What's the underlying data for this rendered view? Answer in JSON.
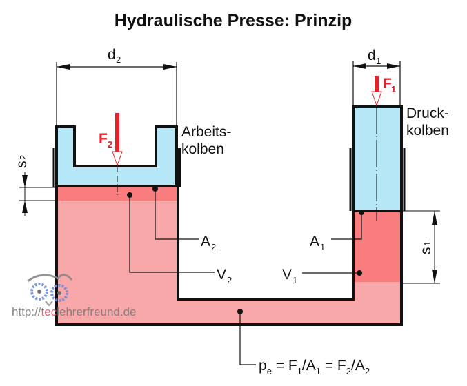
{
  "title": "Hydraulische Presse: Prinzip",
  "colors": {
    "fluid": "#f9a8aa",
    "fluid_dark": "#f97c7e",
    "piston": "#b5e7f7",
    "outline": "#111111",
    "force": "#e8202a"
  },
  "labels": {
    "d2": {
      "main": "d",
      "sub": "2"
    },
    "d1": {
      "main": "d",
      "sub": "1"
    },
    "F2": {
      "main": "F",
      "sub": "2"
    },
    "F1": {
      "main": "F",
      "sub": "1"
    },
    "s2": {
      "main": "s",
      "sub": "2"
    },
    "s1": {
      "main": "s",
      "sub": "1"
    },
    "A2": {
      "main": "A",
      "sub": "2"
    },
    "A1": {
      "main": "A",
      "sub": "1"
    },
    "V2": {
      "main": "V",
      "sub": "2"
    },
    "V1": {
      "main": "V",
      "sub": "1"
    },
    "arbeitskolben_line1": "Arbeits-",
    "arbeitskolben_line2": "kolben",
    "druckkolben_line1": "Druck-",
    "druckkolben_line2": "kolben"
  },
  "formula": {
    "p": "p",
    "p_sub": "e",
    "eq1": " = F",
    "sub1": "1",
    "div1": "/A",
    "sub2": "1",
    "eq2": " = F",
    "sub3": "2",
    "div2": "/A",
    "sub4": "2"
  },
  "watermark": {
    "prefix": "http://",
    "highlight": "tec",
    "suffix": "lehrerfreund.de"
  }
}
